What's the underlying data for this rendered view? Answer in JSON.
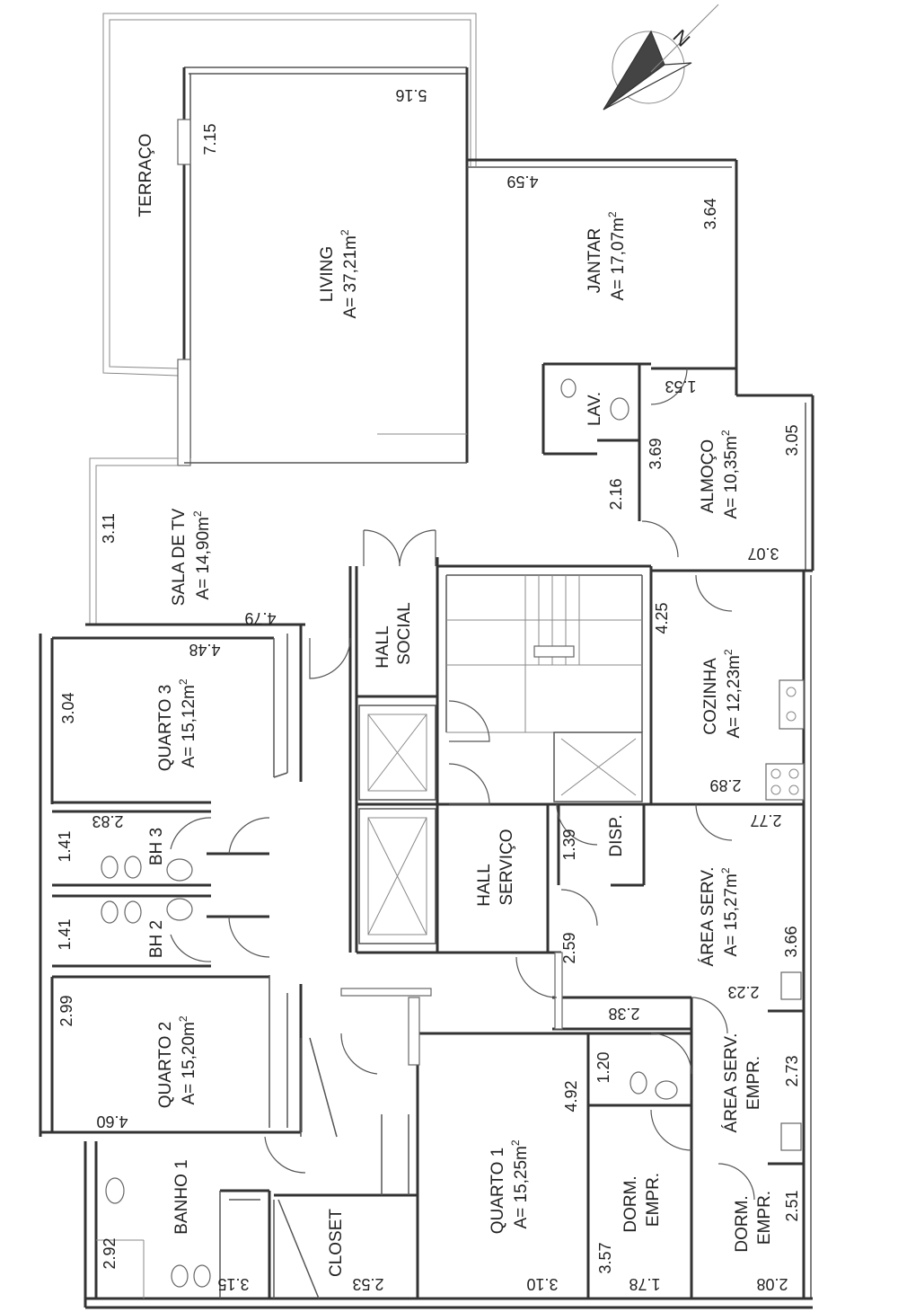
{
  "rooms": {
    "terraco": {
      "name": "TERRAÇO"
    },
    "living": {
      "name": "LIVING",
      "area": "A= 37,21m",
      "width": "5.16",
      "depth": "7.15"
    },
    "jantar": {
      "name": "JANTAR",
      "area": "A= 17,07m",
      "width": "4.59",
      "depth": "3.64"
    },
    "lav": {
      "name": "LAV.",
      "d1": "1.53",
      "d2": "2.16"
    },
    "almoco": {
      "name": "ALMOÇO",
      "area": "A= 10,35m",
      "d1": "3.69",
      "d2": "3.05",
      "d3": "3.07"
    },
    "sala_tv": {
      "name": "SALA DE TV",
      "area": "A= 14,90m",
      "d1": "3.11",
      "d2": "4.79"
    },
    "hall_social": {
      "name1": "HALL",
      "name2": "SOCIAL"
    },
    "cozinha": {
      "name": "COZINHA",
      "area": "A= 12,23m",
      "d1": "4.25",
      "d2": "2.89"
    },
    "quarto3": {
      "name": "QUARTO 3",
      "area": "A= 15,12m",
      "d1": "3.04",
      "d2": "4.48"
    },
    "bh3": {
      "name": "BH 3",
      "d1": "1.41",
      "d2": "2.83"
    },
    "bh2": {
      "name": "BH 2",
      "d1": "1.41"
    },
    "hall_servico": {
      "name1": "HALL",
      "name2": "SERVIÇO",
      "d1": "1.39",
      "d2": "2.59"
    },
    "disp": {
      "name": "DISP."
    },
    "area_serv": {
      "name": "ÁREA SERV.",
      "area": "A= 15,27m",
      "d1": "2.77",
      "d2": "3.66",
      "d3": "2.23",
      "d4": "2.38"
    },
    "quarto2": {
      "name": "QUARTO 2",
      "area": "A= 15,20m",
      "d1": "2.99",
      "d2": "4.60"
    },
    "area_serv_empr": {
      "name1": "ÁREA SERV.",
      "name2": "EMPR.",
      "d1": "2.73",
      "d2": "1.20"
    },
    "quarto1": {
      "name": "QUARTO 1",
      "area": "A= 15,25m",
      "d1": "4.92",
      "d2": "3.10"
    },
    "banho1": {
      "name": "BANHO 1",
      "d1": "2.92",
      "d2": "3.15"
    },
    "closet": {
      "name": "CLOSET",
      "d1": "2.53"
    },
    "dorm_empr_a": {
      "name1": "DORM.",
      "name2": "EMPR.",
      "d1": "3.57",
      "d2": "1.78"
    },
    "dorm_empr_b": {
      "name1": "DORM.",
      "name2": "EMPR.",
      "d1": "2.51",
      "d2": "2.08"
    }
  },
  "area_superscript": "2",
  "north_label": "N",
  "colors": {
    "walls": "#333333",
    "background": "#ffffff"
  },
  "icons": [
    "north-arrow-icon",
    "toilet-icon",
    "sink-icon",
    "stove-icon",
    "elevator-icon",
    "stairs-icon"
  ]
}
